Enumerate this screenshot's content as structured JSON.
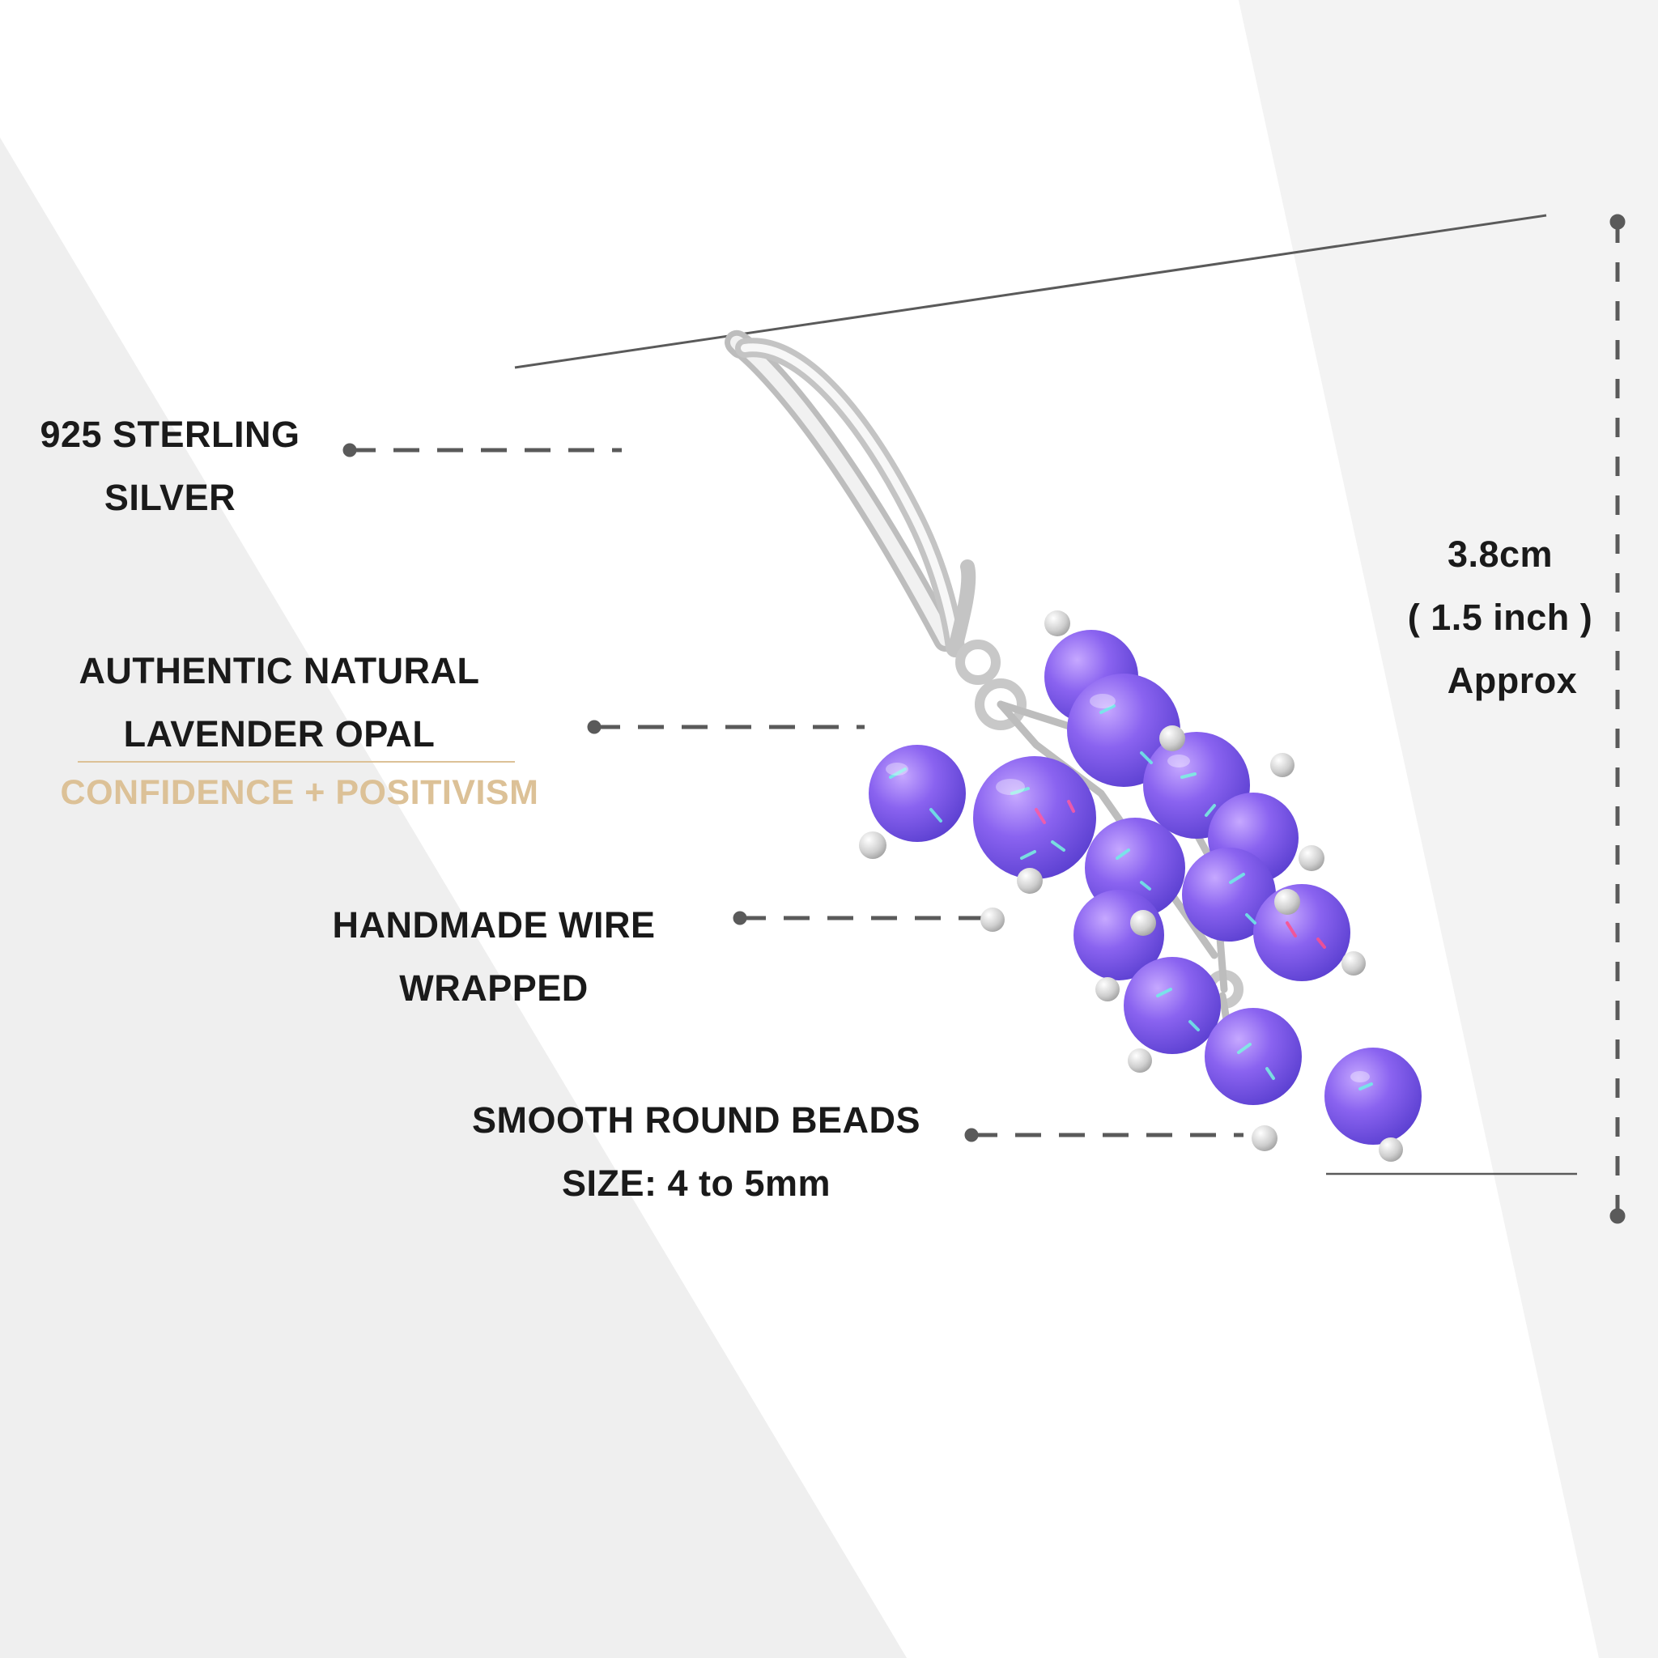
{
  "callouts": {
    "silver": {
      "line1": "925 STERLING",
      "line2": "SILVER"
    },
    "opal": {
      "line1": "AUTHENTIC NATURAL",
      "line2": "LAVENDER OPAL",
      "benefit": "CONFIDENCE + POSITIVISM"
    },
    "wire": {
      "line1": "HANDMADE WIRE",
      "line2": "WRAPPED"
    },
    "beads": {
      "line1": "SMOOTH ROUND BEADS",
      "line2": "SIZE: 4 to 5mm"
    }
  },
  "dimension": {
    "metric": "3.8cm",
    "imperial": "( 1.5 inch )",
    "qualifier": "Approx"
  },
  "colors": {
    "background": "#f4f4f4",
    "panel": "#ffffff",
    "text": "#1a1a1a",
    "accent": "#dcc197",
    "line": "#5a5a5a",
    "opal": "#8a63f0",
    "silver": "#d9d9d9"
  }
}
